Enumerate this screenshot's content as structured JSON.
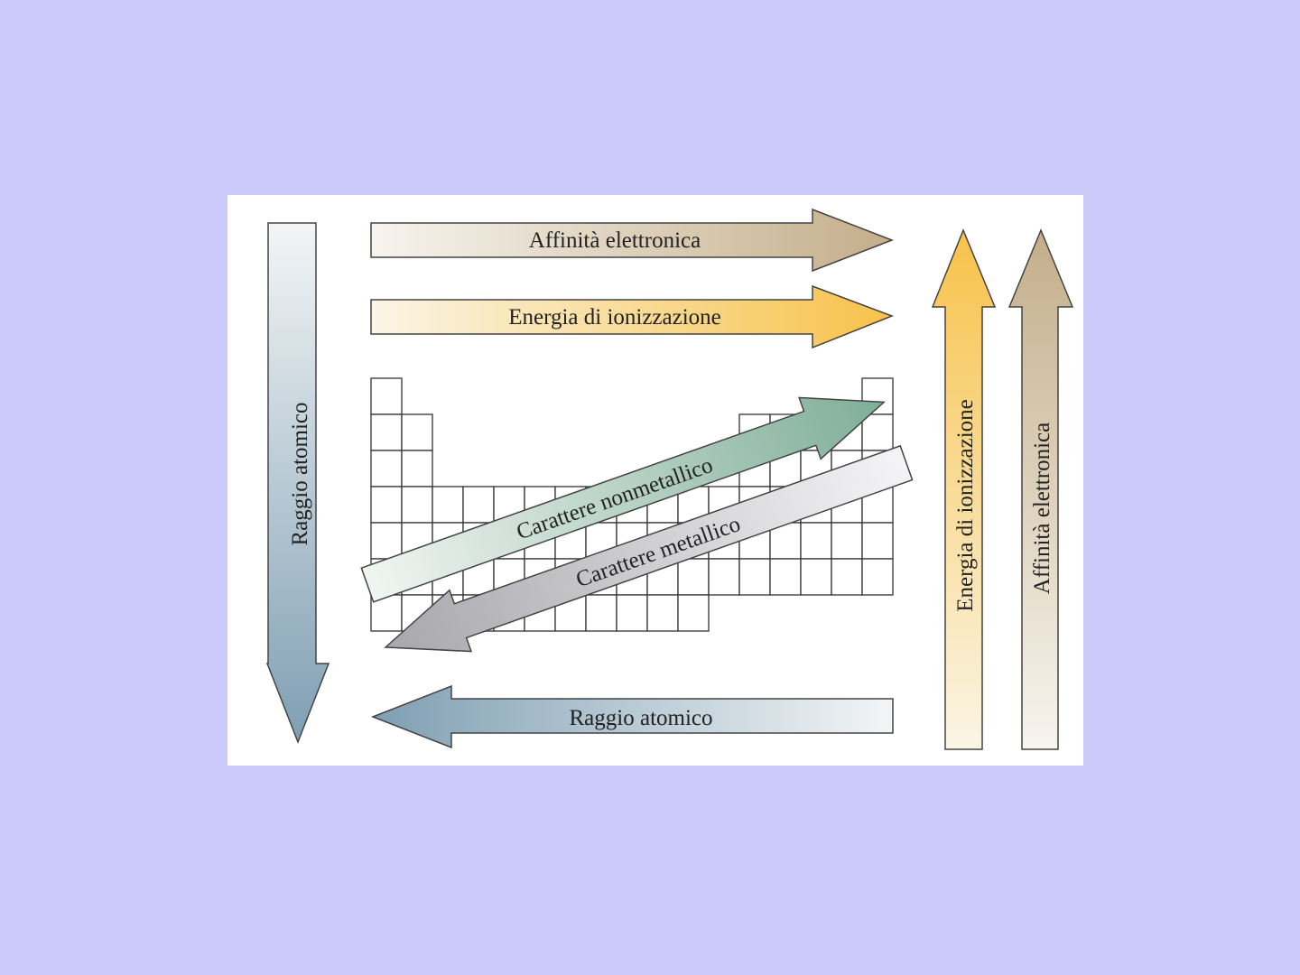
{
  "diagram": {
    "labels": {
      "affinity_top": "Affinità elettronica",
      "ionization_top": "Energia di ionizzazione",
      "atomic_radius_bottom": "Raggio atomico",
      "atomic_radius_left": "Raggio atomico",
      "ionization_right": "Energia di ionizzazione",
      "affinity_right": "Affinità elettronica",
      "nonmetallic": "Carattere nonmetallico",
      "metallic": "Carattere metallico"
    },
    "colors": {
      "background": "#cacbfa",
      "affinity": "#c4ae8a",
      "ionization": "#f7c24a",
      "radius": "#7f9fb3",
      "nonmetallic": "#7fae99",
      "metallic": "#a8a8ac"
    }
  }
}
